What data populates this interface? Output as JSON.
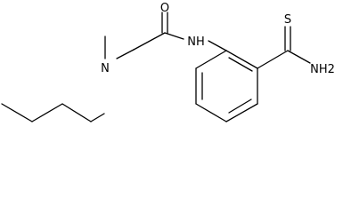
{
  "molecule": {
    "atoms": {
      "oxygen": "O",
      "amide_nh": "NH",
      "amine_n": "N",
      "sulfur": "S",
      "thioamide_nh2": "NH2"
    }
  }
}
